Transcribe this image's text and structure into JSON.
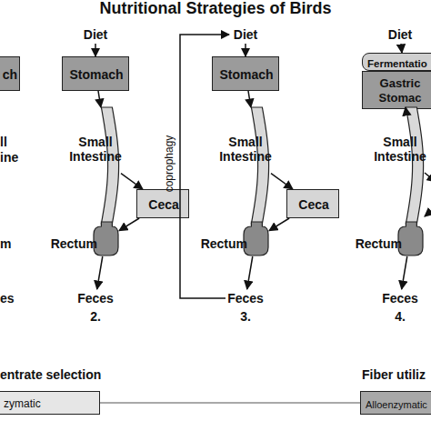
{
  "diagram": {
    "title": "Nutritional Strategies of Birds",
    "nodes": [
      {
        "text": [
          "ch"
        ]
      },
      {
        "text": [
          "Diet"
        ]
      },
      {
        "text": [
          "Stomach"
        ]
      },
      {
        "text": [
          "Small Intestine"
        ]
      },
      {
        "text": [
          "Ceca"
        ]
      },
      {
        "text": [
          "Rectum"
        ]
      },
      {
        "text": [
          "Feces"
        ]
      },
      {
        "text": [
          "Diet"
        ]
      },
      {
        "text": [
          "Stomach"
        ]
      },
      {
        "text": [
          "Small Intestine"
        ]
      },
      {
        "text": [
          "Ceca"
        ]
      },
      {
        "text": [
          "Rectum"
        ]
      },
      {
        "text": [
          "Feces"
        ]
      },
      {
        "text": [
          "Diet"
        ]
      },
      {
        "text": [
          "Fermentatio"
        ]
      },
      {
        "text": [
          "Gastric Stomac"
        ]
      },
      {
        "text": [
          "Small Intestine"
        ]
      },
      {
        "text": [
          "Rectum"
        ]
      },
      {
        "text": [
          "Feces"
        ]
      },
      {
        "text": [
          "zymatic"
        ]
      },
      {
        "text": [
          "Alloenzymatic"
        ]
      }
    ],
    "edges": [
      {
        "from": 1,
        "to": 2,
        "arrow": "to"
      },
      {
        "from": 2,
        "to": 3,
        "arrow": "to"
      },
      {
        "from": 3,
        "to": 4,
        "arrow": "to"
      },
      {
        "from": 4,
        "to": 5,
        "arrow": "to"
      },
      {
        "from": 5,
        "to": 6,
        "arrow": "to"
      },
      {
        "from": 7,
        "to": 8,
        "arrow": "to"
      },
      {
        "from": 8,
        "to": 9,
        "arrow": "to"
      },
      {
        "from": 9,
        "to": 10,
        "arrow": "to"
      },
      {
        "from": 10,
        "to": 11,
        "arrow": "to"
      },
      {
        "from": 11,
        "to": 12,
        "arrow": "to"
      },
      {
        "from": 12,
        "to": 7,
        "label": "coprophagy",
        "arrow": "to"
      },
      {
        "from": 13,
        "to": 14,
        "arrow": "to"
      },
      {
        "from": 15,
        "to": 16,
        "arrow": "to"
      },
      {
        "from": 17,
        "to": 18,
        "arrow": "to"
      }
    ],
    "labels": [
      "ll",
      "ine",
      "m",
      "es",
      "2.",
      "3.",
      "4.",
      "entrate selection",
      "Fiber utiliz"
    ]
  }
}
